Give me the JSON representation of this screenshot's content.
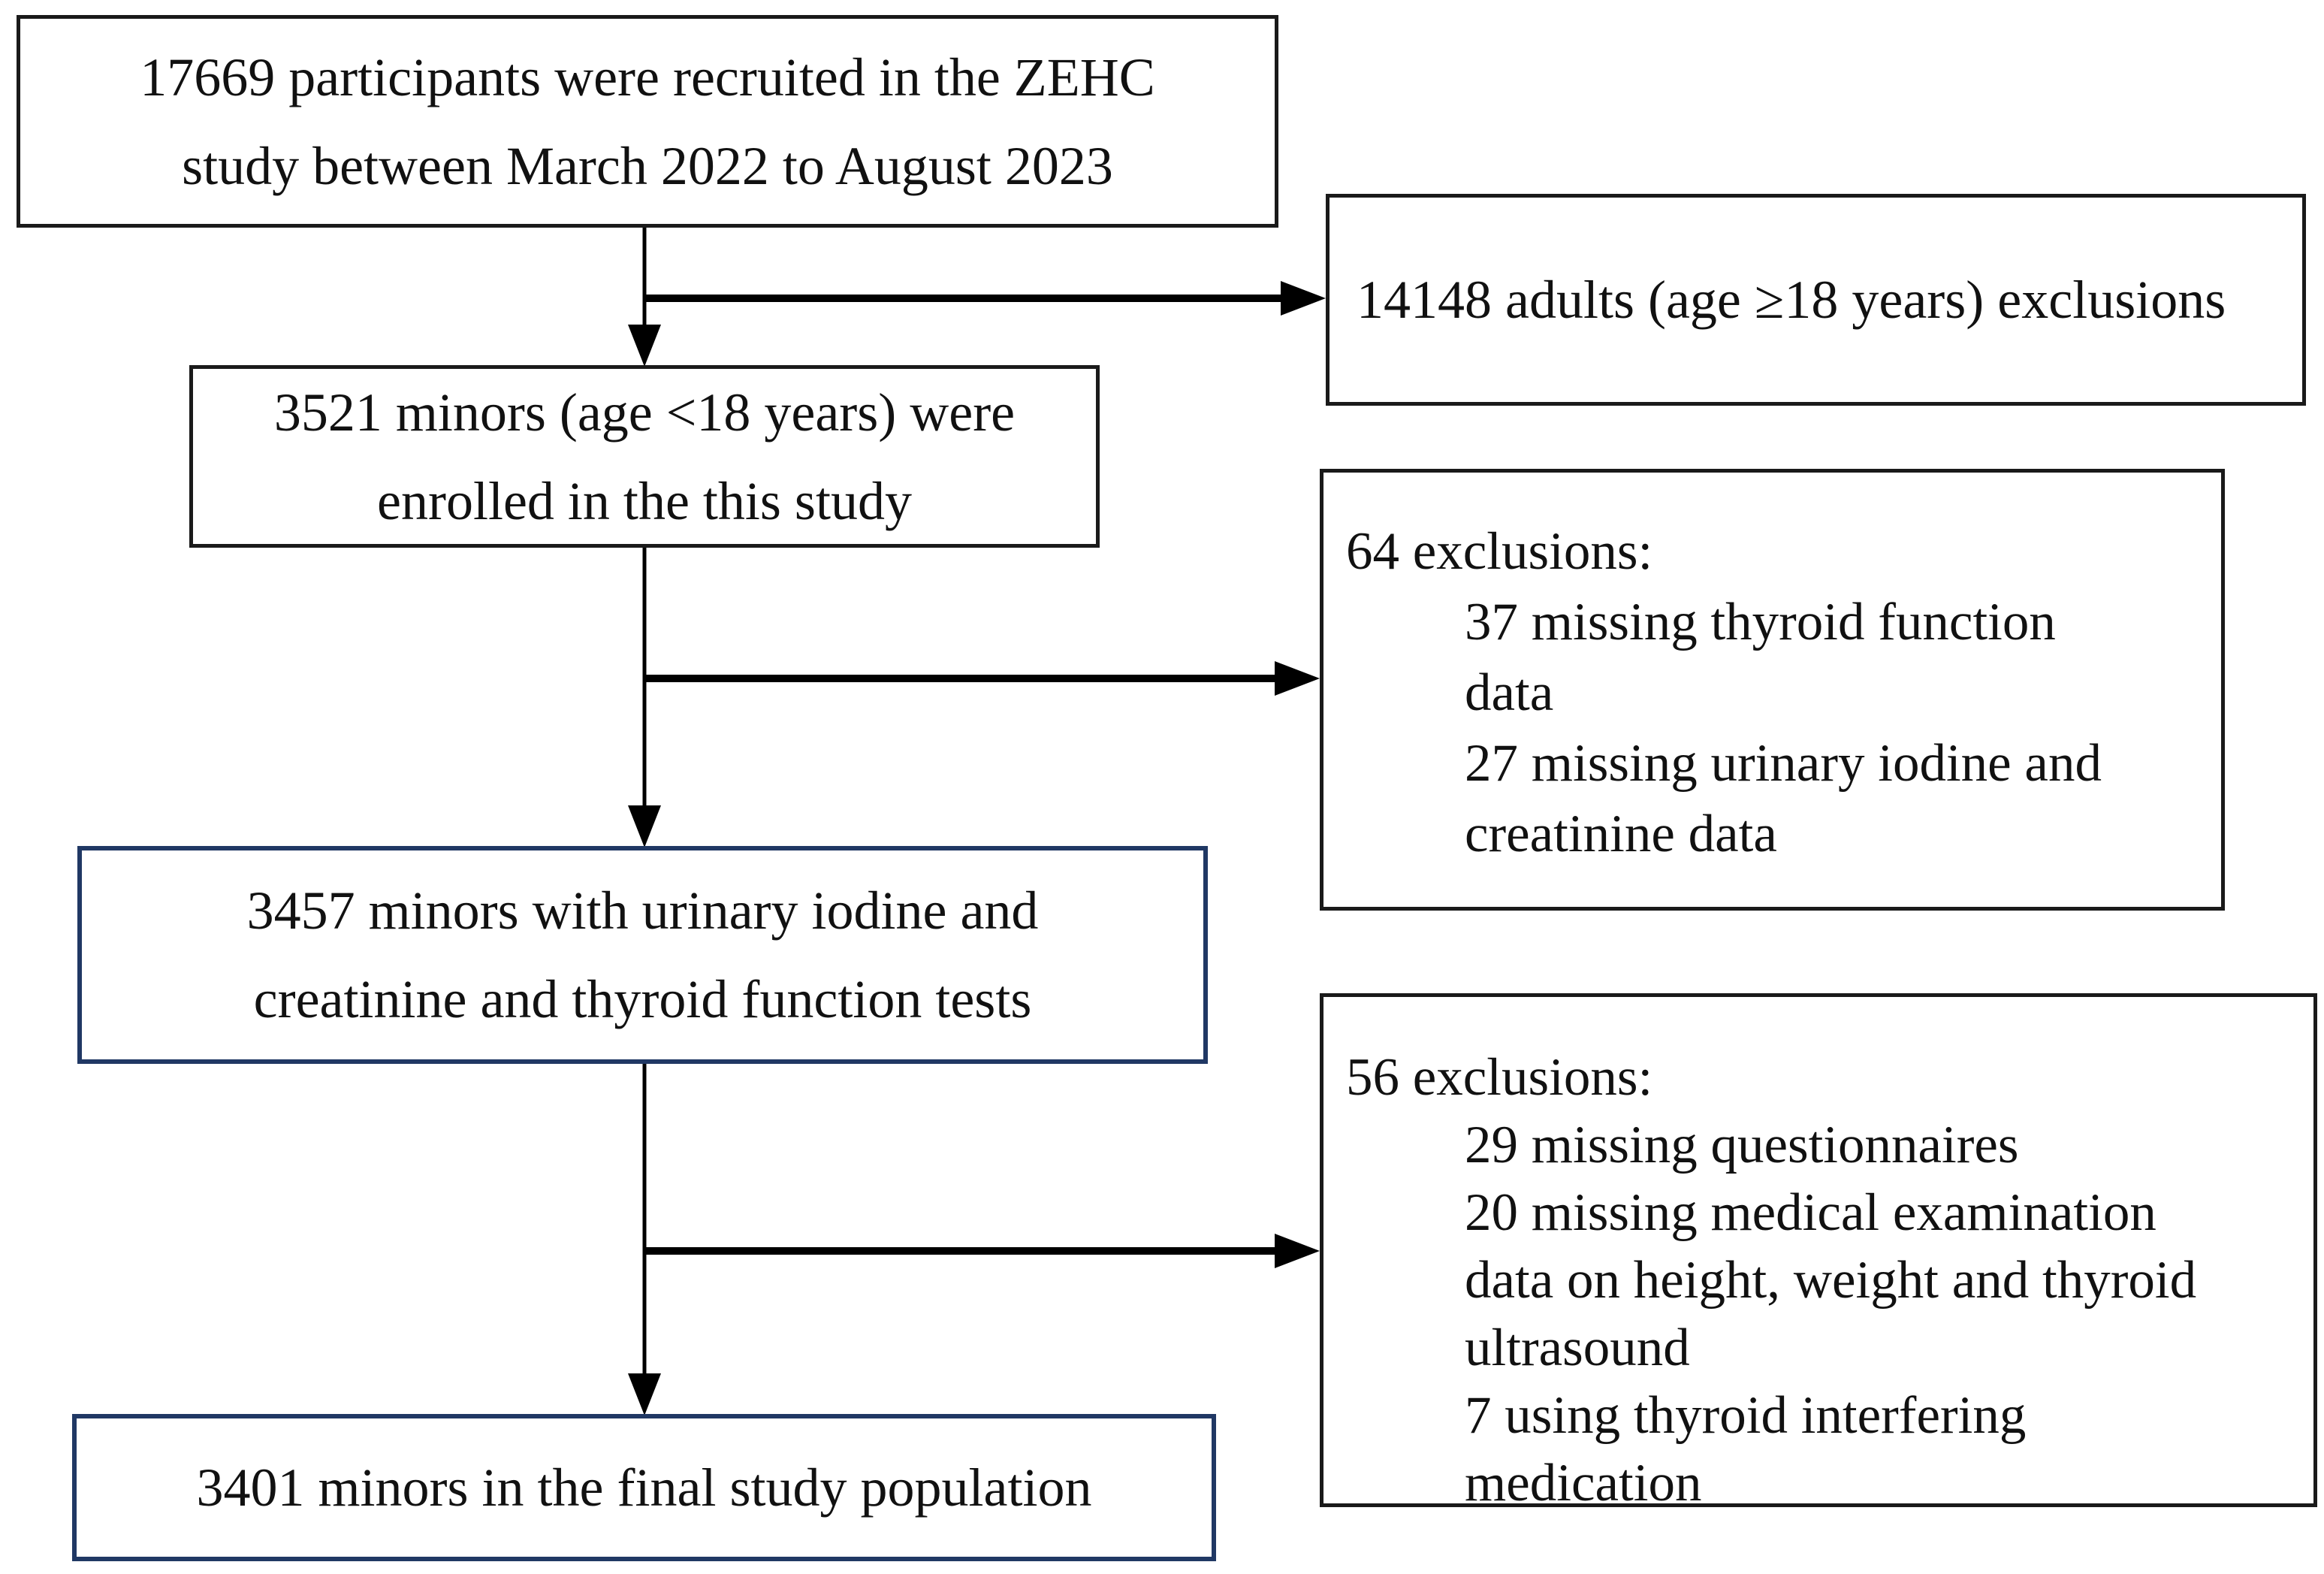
{
  "diagram": {
    "title": "Study participant flow chart",
    "boxes": {
      "recruited": {
        "line1": "17669 participants were recruited in the ZEHC",
        "line2": "study between March 2022 to August 2023"
      },
      "adults_excluded": {
        "text": "14148 adults (age ≥18 years) exclusions"
      },
      "minors_enrolled": {
        "line1": "3521 minors (age <18 years) were",
        "line2": "enrolled in the this study"
      },
      "exclusions_64": {
        "header": "64 exclusions:",
        "lines": [
          "37 missing thyroid function",
          "data",
          "27 missing urinary iodine and",
          "creatinine data"
        ]
      },
      "minors_with_tests": {
        "line1": "3457 minors with urinary iodine and",
        "line2": "creatinine and thyroid function tests"
      },
      "exclusions_56": {
        "header": "56 exclusions:",
        "lines": [
          "29 missing questionnaires",
          "20 missing medical examination",
          "data on height, weight and thyroid",
          "ultrasound",
          "7 using thyroid interfering",
          "medication"
        ]
      },
      "final_population": {
        "text": "3401 minors in the final study population"
      }
    },
    "colors": {
      "box_border_black": "#1a1a1a",
      "box_border_navy": "#203864",
      "arrow": "#000000",
      "text": "#111111",
      "background": "#ffffff"
    }
  }
}
